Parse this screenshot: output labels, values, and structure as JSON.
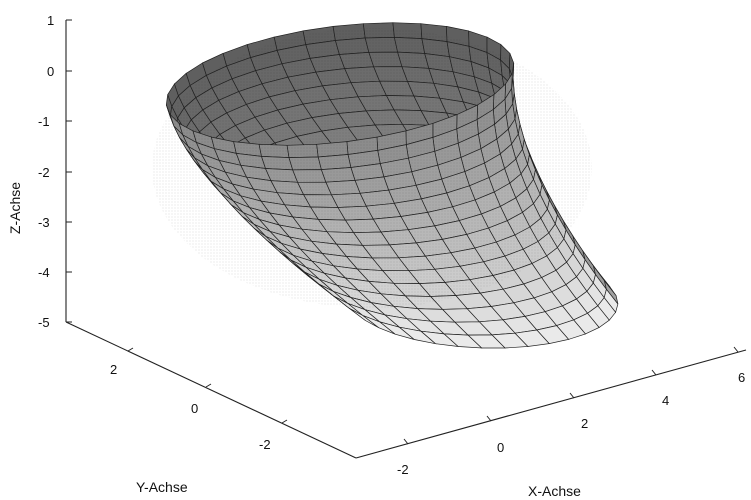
{
  "chart_data": {
    "type": "surface3d",
    "title": "",
    "axes": {
      "x": {
        "label": "X-Achse",
        "ticks": [
          "-2",
          "0",
          "2",
          "4",
          "6"
        ]
      },
      "y": {
        "label": "Y-Achse",
        "ticks": [
          "2",
          "0",
          "-2"
        ]
      },
      "z": {
        "label": "Z-Achse",
        "ticks": [
          "1",
          "0",
          "-1",
          "-2",
          "-3",
          "-4",
          "-5"
        ],
        "range": [
          -5,
          1
        ]
      }
    },
    "surface": {
      "description_visible": false,
      "colormap": "gray",
      "grid": true
    }
  }
}
